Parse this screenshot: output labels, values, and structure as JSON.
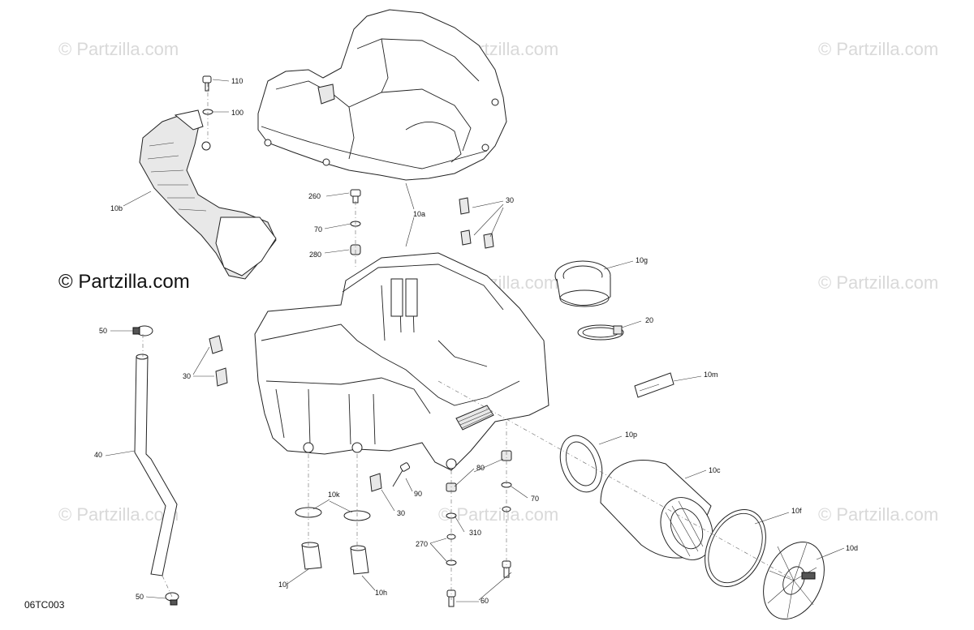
{
  "watermarks": {
    "copyright": "© Partzilla.com",
    "main": "© Partzilla.com"
  },
  "diagram_code": "06TC003",
  "callouts": {
    "c110": "110",
    "c100": "100",
    "c10b": "10b",
    "c260": "260",
    "c10a": "10a",
    "c30_top": "30",
    "c70_top": "70",
    "c280": "280",
    "c10g": "10g",
    "c20": "20",
    "c50_top": "50",
    "c30_left": "30",
    "c10m": "10m",
    "c10p": "10p",
    "c10c": "10c",
    "c40": "40",
    "c80": "80",
    "c90": "90",
    "c10k": "10k",
    "c30_mid": "30",
    "c70_mid": "70",
    "c10f": "10f",
    "c270": "270",
    "c310": "310",
    "c10d": "10d",
    "c10j": "10j",
    "c10h": "10h",
    "c60": "60",
    "c50_bot": "50"
  }
}
